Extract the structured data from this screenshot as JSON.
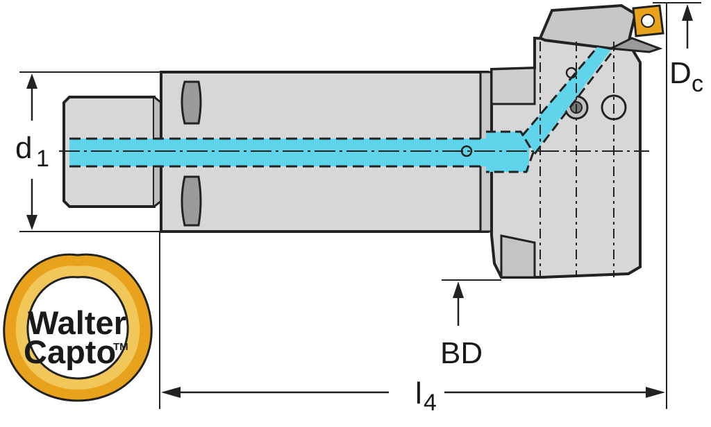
{
  "logo": {
    "line1": "Walter",
    "line2": "Capto",
    "trademark": "TM",
    "ring_color": "#e8a21c",
    "ring_inner_color": "#f2c75a"
  },
  "dimensions": {
    "d1": {
      "main": "d",
      "sub": "1"
    },
    "dc": {
      "main": "D",
      "sub": "c"
    },
    "bd": {
      "label": "BD"
    },
    "l4": {
      "main": "l",
      "sub": "4"
    }
  },
  "colors": {
    "body_fill": "#d7d7d7",
    "body_dark": "#bdbdbd",
    "outline": "#222222",
    "coolant": "#5fd4ea",
    "insert": "#e8a21c"
  }
}
